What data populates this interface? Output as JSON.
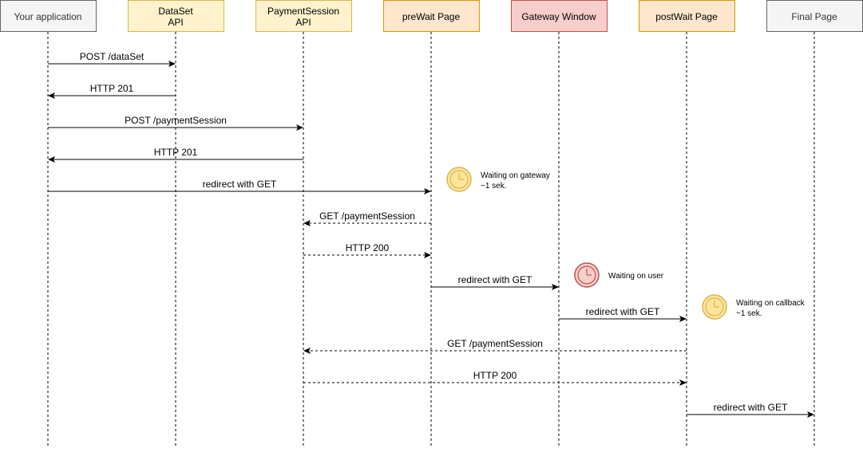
{
  "colors": {
    "neutral_fill": "#f5f5f5",
    "neutral_stroke": "#666666",
    "yellow_fill": "#fff2cc",
    "yellow_stroke": "#d6b656",
    "orange_fill": "#ffe6cc",
    "orange_stroke": "#d79b00",
    "red_fill": "#f8cecc",
    "red_stroke": "#b85450",
    "clock_yellow_fill": "#ffe599",
    "clock_yellow_stroke": "#d6b656",
    "clock_red_fill": "#f8cecc",
    "clock_red_stroke": "#b85450",
    "line": "#000000",
    "text": "#000000",
    "neutral_text": "#333333"
  },
  "participants": [
    {
      "id": "app",
      "lines": [
        "Your application"
      ],
      "style": "neutral"
    },
    {
      "id": "dataset",
      "lines": [
        "DataSet",
        "API"
      ],
      "style": "yellow"
    },
    {
      "id": "payment",
      "lines": [
        "PaymentSession",
        "API"
      ],
      "style": "yellow"
    },
    {
      "id": "prewait",
      "lines": [
        "preWait Page"
      ],
      "style": "orange"
    },
    {
      "id": "gateway",
      "lines": [
        "Gateway Window"
      ],
      "style": "red"
    },
    {
      "id": "postwait",
      "lines": [
        "postWait Page"
      ],
      "style": "orange"
    },
    {
      "id": "final",
      "lines": [
        "Final Page"
      ],
      "style": "neutral"
    }
  ],
  "messages": [
    {
      "id": "m1",
      "from": "app",
      "to": "dataset",
      "label": "POST /dataSet",
      "dashed": false
    },
    {
      "id": "m2",
      "from": "dataset",
      "to": "app",
      "label": "HTTP 201",
      "dashed": false
    },
    {
      "id": "m3",
      "from": "app",
      "to": "payment",
      "label": "POST /paymentSession",
      "dashed": false
    },
    {
      "id": "m4",
      "from": "payment",
      "to": "app",
      "label": "HTTP 201",
      "dashed": false
    },
    {
      "id": "m5",
      "from": "app",
      "to": "prewait",
      "label": "redirect with GET",
      "dashed": false
    },
    {
      "id": "m6",
      "from": "prewait",
      "to": "payment",
      "label": "GET /paymentSession",
      "dashed": true
    },
    {
      "id": "m7",
      "from": "payment",
      "to": "prewait",
      "label": "HTTP 200",
      "dashed": true
    },
    {
      "id": "m8",
      "from": "prewait",
      "to": "gateway",
      "label": "redirect with GET",
      "dashed": false
    },
    {
      "id": "m9",
      "from": "gateway",
      "to": "postwait",
      "label": "redirect with GET",
      "dashed": false
    },
    {
      "id": "m10",
      "from": "postwait",
      "to": "payment",
      "label": "GET /paymentSession",
      "dashed": true
    },
    {
      "id": "m11",
      "from": "payment",
      "to": "postwait",
      "label": "HTTP 200",
      "dashed": true
    },
    {
      "id": "m12",
      "from": "postwait",
      "to": "final",
      "label": "redirect with GET",
      "dashed": false
    }
  ],
  "notes": [
    {
      "id": "n1",
      "after": "prewait",
      "color": "yellow",
      "lines": [
        "Waiting on gateway",
        "~1 sek."
      ]
    },
    {
      "id": "n2",
      "after": "gateway",
      "color": "red",
      "lines": [
        "Waiting on user"
      ]
    },
    {
      "id": "n3",
      "after": "postwait",
      "color": "yellow",
      "lines": [
        "Waiting on callback",
        "~1 sek."
      ]
    }
  ]
}
